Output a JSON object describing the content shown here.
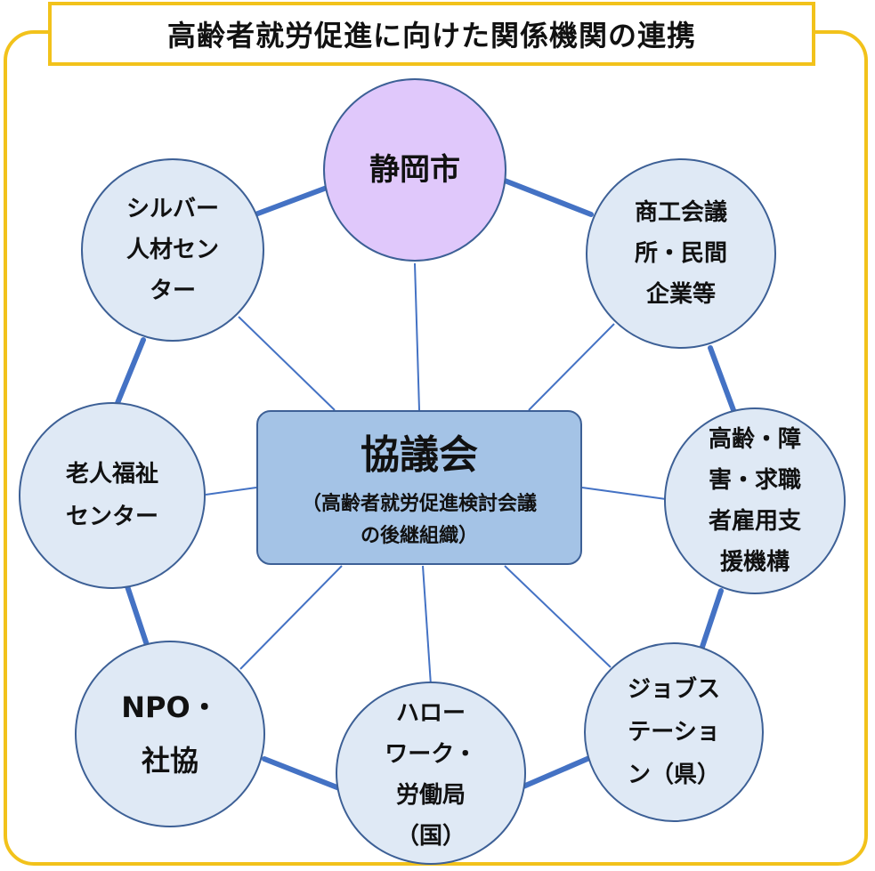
{
  "title": "高齢者就労促進に向けた関係機関の連携",
  "colors": {
    "frame": "#f2c21b",
    "node_fill": "#dfe9f5",
    "node_border": "#3d6096",
    "city_fill": "#e0c8fb",
    "center_fill": "#a4c3e6",
    "link_line": "#4472c4"
  },
  "center": {
    "title": "協議会",
    "sub_lines": [
      "（高齢者就労促進検討会議",
      "の後継組織）"
    ]
  },
  "nodes": [
    {
      "id": "city",
      "lines": [
        "静岡市"
      ]
    },
    {
      "id": "chamber",
      "lines": [
        "商工会議",
        "所・民間",
        "企業等"
      ]
    },
    {
      "id": "jeed",
      "lines": [
        "高齢・障",
        "害・求職",
        "者雇用支",
        "援機構"
      ]
    },
    {
      "id": "jobstation",
      "lines": [
        "ジョブス",
        "テーショ",
        "ン（県）"
      ]
    },
    {
      "id": "hellowork",
      "lines": [
        "ハロー",
        "ワーク・",
        "労働局",
        "（国）"
      ]
    },
    {
      "id": "npo",
      "lines": [
        "NPO・",
        "社協"
      ]
    },
    {
      "id": "elderly-center",
      "lines": [
        "老人福祉",
        "センター"
      ]
    },
    {
      "id": "silver",
      "lines": [
        "シルバー",
        "人材セン",
        "ター"
      ]
    }
  ]
}
